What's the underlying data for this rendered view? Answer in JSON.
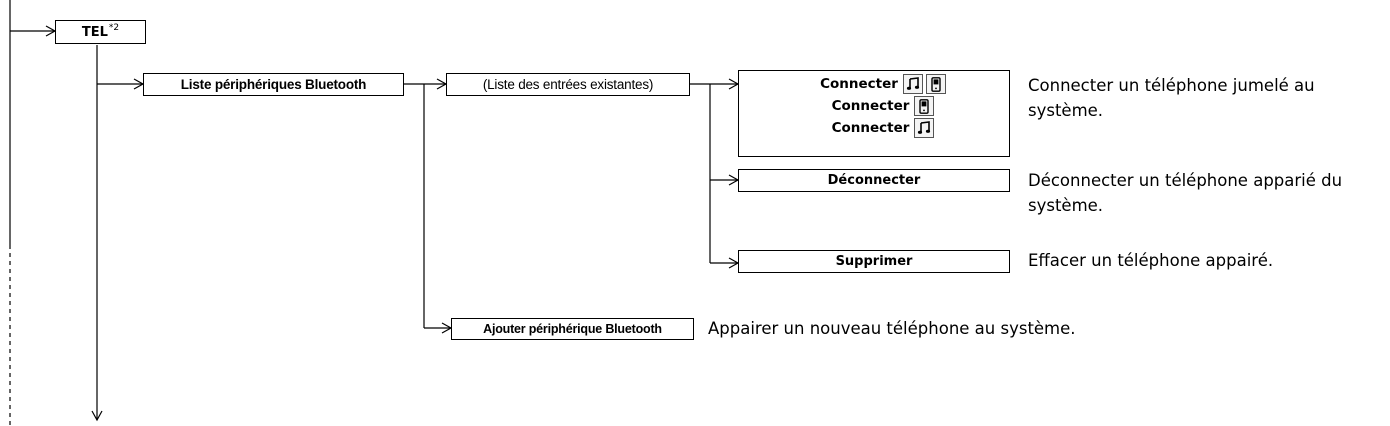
{
  "menu": {
    "tel": {
      "label": "TEL",
      "footnote": "*2"
    },
    "bluetooth_list": {
      "label": "Liste périphériques Bluetooth"
    },
    "existing_entries": {
      "label": "(Liste des entrées existantes)"
    },
    "connect_group": {
      "lines": [
        {
          "label": "Connecter",
          "icons": [
            "music-icon",
            "phone-icon"
          ]
        },
        {
          "label": "Connecter",
          "icons": [
            "phone-icon"
          ]
        },
        {
          "label": "Connecter",
          "icons": [
            "music-icon"
          ]
        }
      ],
      "description": "Connecter un téléphone jumelé au système."
    },
    "disconnect": {
      "label": "Déconnecter",
      "description": "Déconnecter un téléphone apparié du système."
    },
    "delete": {
      "label": "Supprimer",
      "description": "Effacer un téléphone appairé."
    },
    "add_device": {
      "label": "Ajouter périphérique Bluetooth",
      "description": "Appairer un nouveau téléphone au système."
    }
  }
}
